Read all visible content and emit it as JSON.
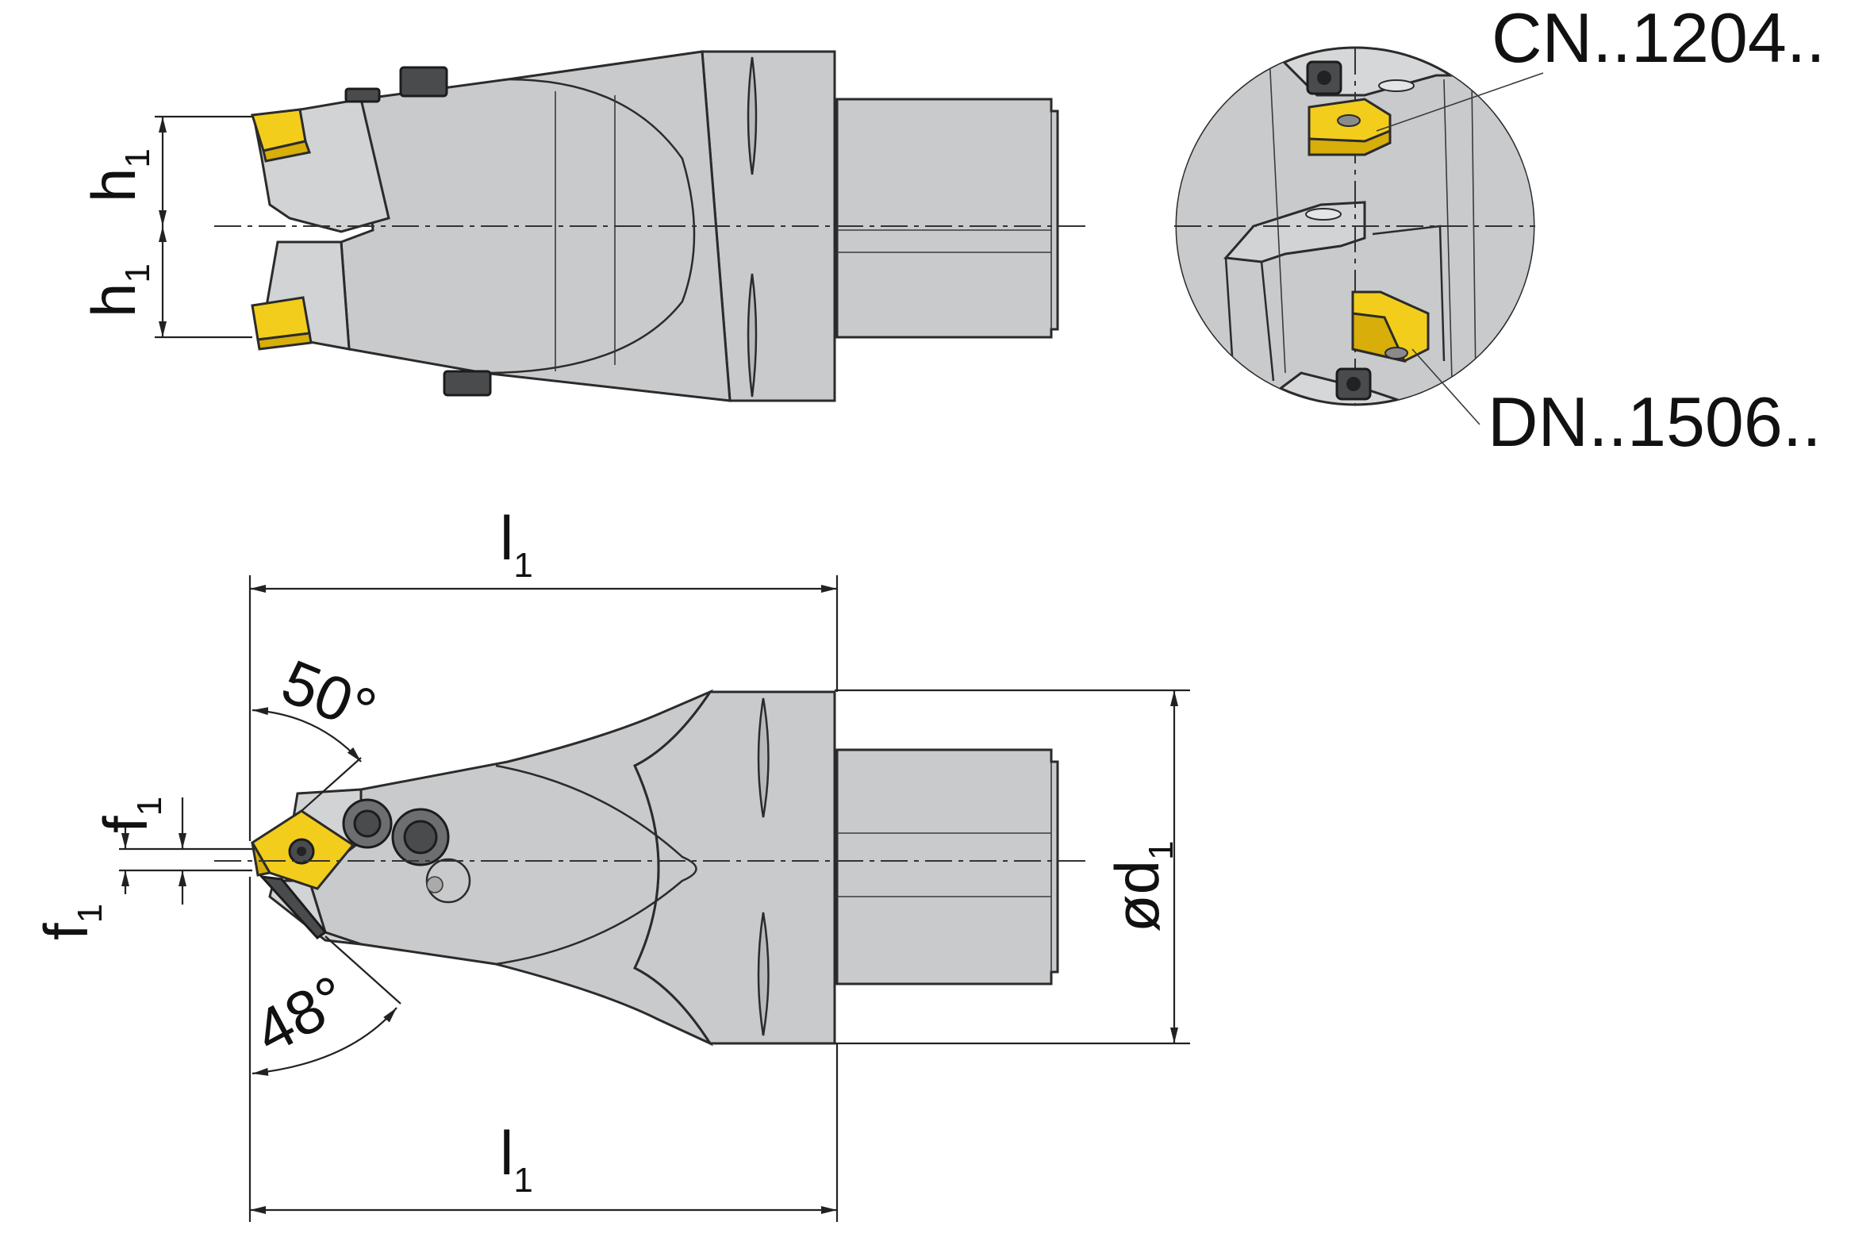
{
  "labels": {
    "h1_top": "h",
    "h1_top_sub": "1",
    "h1_bottom": "h",
    "h1_bottom_sub": "1",
    "l1_top": "l",
    "l1_top_sub": "1",
    "l1_bottom": "l",
    "l1_bottom_sub": "1",
    "d1": "ød",
    "d1_sub": "1",
    "f1_top": "f",
    "f1_top_sub": "1",
    "f1_bottom": "f",
    "f1_bottom_sub": "1",
    "angle_top": "50°",
    "angle_bottom": "48°",
    "insert_top": "CN..1204..",
    "insert_bottom": "DN..1506.."
  },
  "colors": {
    "body": "#c9cacc",
    "insert": "#f3cd1c",
    "screw": "#6d6e70",
    "line": "#2b2b2b"
  }
}
